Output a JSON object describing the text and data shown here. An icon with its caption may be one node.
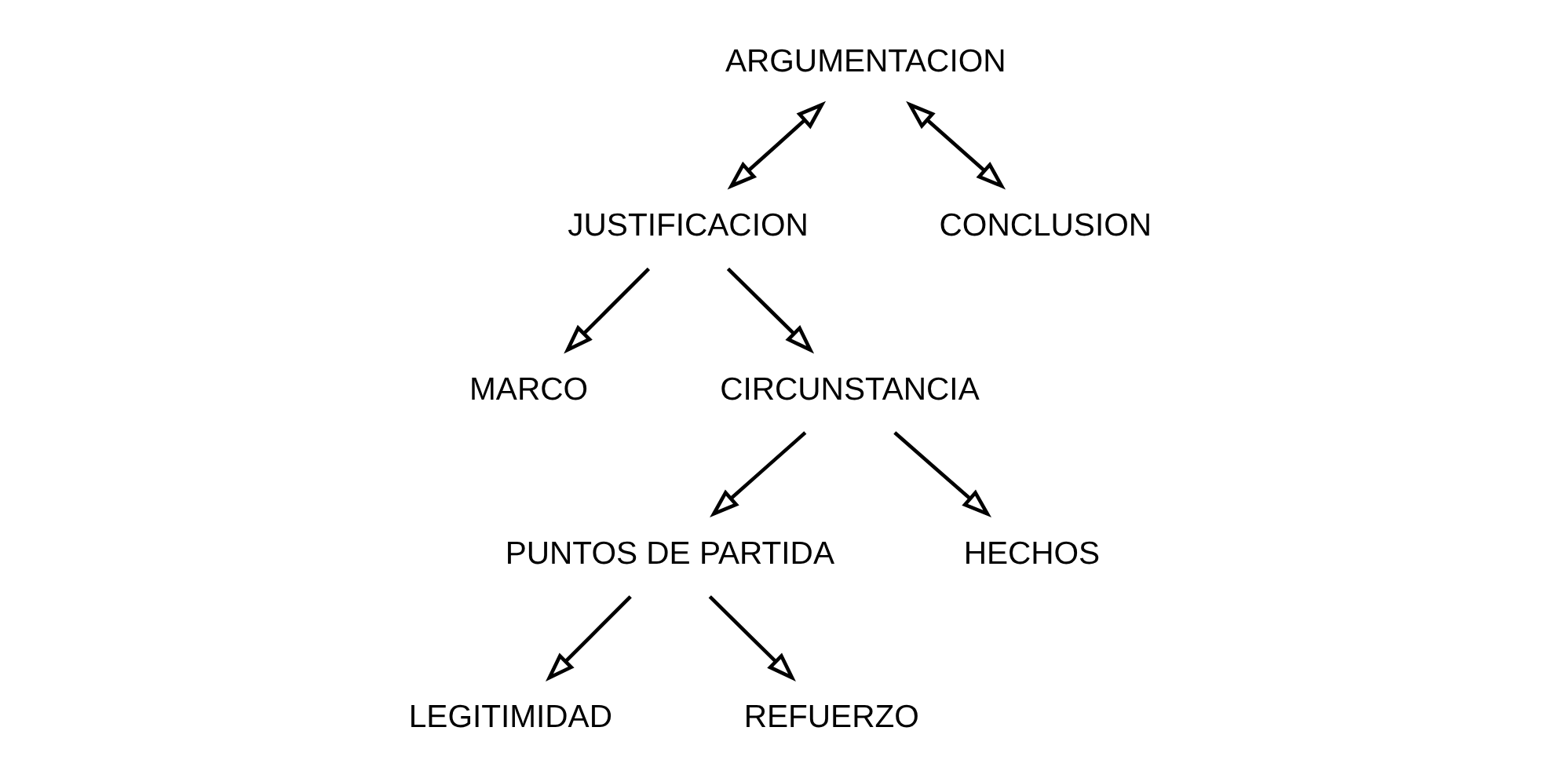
{
  "diagram": {
    "nodes": [
      {
        "text": [
          "ARGUMENTACION"
        ]
      },
      {
        "text": [
          "JUSTIFICACION"
        ]
      },
      {
        "text": [
          "CONCLUSION"
        ]
      },
      {
        "text": [
          "MARCO"
        ]
      },
      {
        "text": [
          "CIRCUNSTANCIA"
        ]
      },
      {
        "text": [
          "PUNTOS DE PARTIDA"
        ]
      },
      {
        "text": [
          "HECHOS"
        ]
      },
      {
        "text": [
          "LEGITIMIDAD"
        ]
      },
      {
        "text": [
          "REFUERZO"
        ]
      }
    ],
    "edges": [
      {
        "from": 0,
        "to": 1,
        "arrow": "both"
      },
      {
        "from": 0,
        "to": 2,
        "arrow": "both"
      },
      {
        "from": 1,
        "to": 3,
        "arrow": "to"
      },
      {
        "from": 1,
        "to": 4,
        "arrow": "to"
      },
      {
        "from": 4,
        "to": 5,
        "arrow": "to"
      },
      {
        "from": 4,
        "to": 6,
        "arrow": "to"
      },
      {
        "from": 5,
        "to": 7,
        "arrow": "to"
      },
      {
        "from": 5,
        "to": 8,
        "arrow": "to"
      }
    ]
  }
}
